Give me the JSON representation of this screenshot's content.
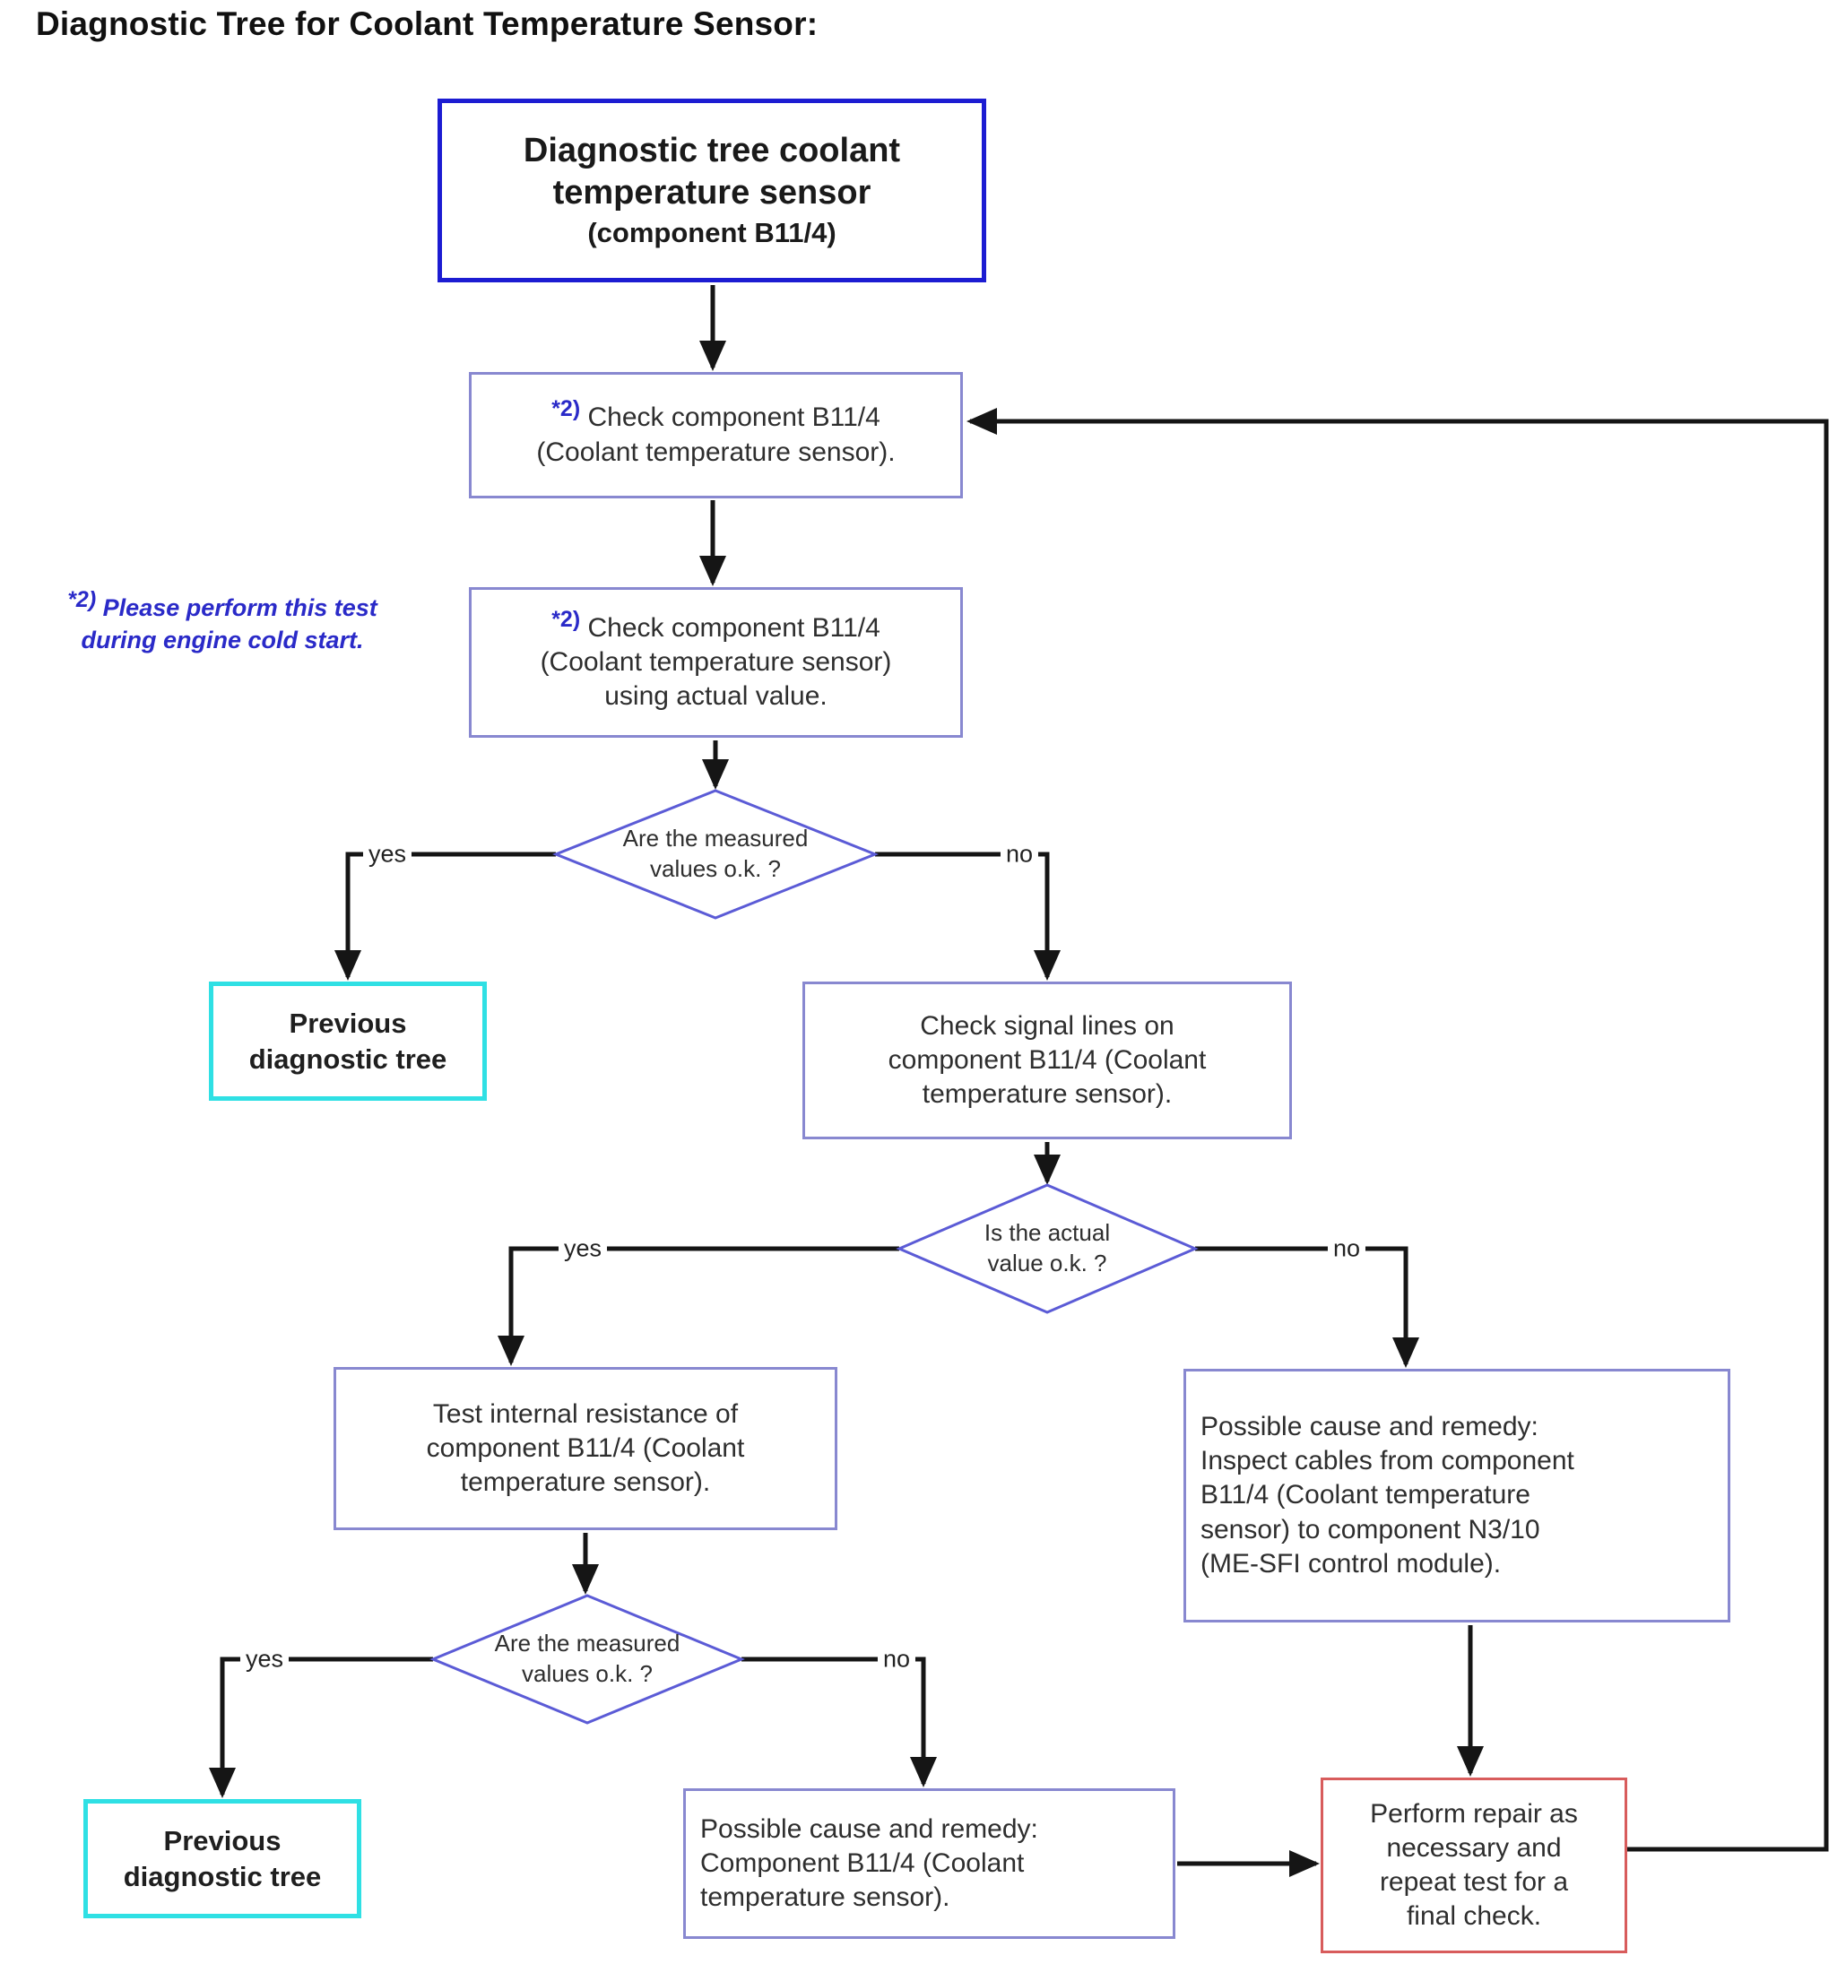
{
  "title": "Diagnostic Tree for Coolant Temperature Sensor:",
  "footnote_marker": "*2)",
  "note": {
    "lines": [
      "Please perform this test",
      "during engine cold start."
    ]
  },
  "labels": {
    "yes": "yes",
    "no": "no"
  },
  "nodes": {
    "start": {
      "lines": [
        "Diagnostic tree coolant",
        "temperature sensor"
      ],
      "sub": "(component B11/4)"
    },
    "check_component": {
      "lines": [
        "Check component B11/4",
        "(Coolant temperature sensor)."
      ]
    },
    "check_actual": {
      "lines": [
        "Check component B11/4",
        "(Coolant temperature sensor)",
        "using actual value."
      ]
    },
    "decision_measured_1": {
      "lines": [
        "Are the measured",
        "values o.k. ?"
      ]
    },
    "previous_tree_1": {
      "lines": [
        "Previous",
        "diagnostic tree"
      ]
    },
    "check_signal": {
      "lines": [
        "Check signal lines on",
        "component B11/4 (Coolant",
        "temperature sensor)."
      ]
    },
    "decision_actual": {
      "lines": [
        "Is the actual",
        "value o.k. ?"
      ]
    },
    "test_resistance": {
      "lines": [
        "Test internal resistance of",
        "component B11/4 (Coolant",
        "temperature sensor)."
      ]
    },
    "inspect_cables": {
      "lines": [
        "Possible cause and remedy:",
        "Inspect cables from component",
        "B11/4 (Coolant temperature",
        "sensor) to component N3/10",
        "(ME-SFI control module)."
      ]
    },
    "decision_measured_2": {
      "lines": [
        "Are the measured",
        "values o.k. ?"
      ]
    },
    "previous_tree_2": {
      "lines": [
        "Previous",
        "diagnostic tree"
      ]
    },
    "cause_component": {
      "lines": [
        "Possible cause and remedy:",
        "Component B11/4 (Coolant",
        "temperature sensor)."
      ]
    },
    "perform_repair": {
      "lines": [
        "Perform repair as",
        "necessary and",
        "repeat test for a",
        "final check."
      ]
    }
  },
  "colors": {
    "start_border": "#1c1cd2",
    "process_border": "#8888d0",
    "diamond_border": "#5b5bd6",
    "terminal_border": "#2fe0e4",
    "repair_border": "#d85c5c",
    "connector": "#151515",
    "note_text": "#2a2ac8"
  }
}
